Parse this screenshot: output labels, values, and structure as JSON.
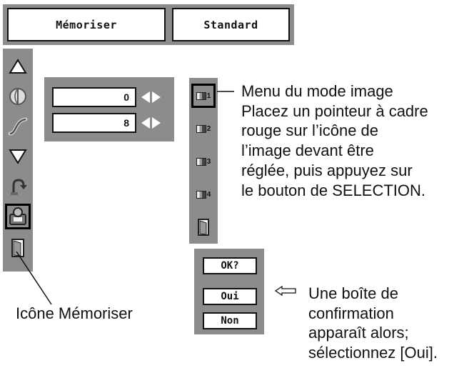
{
  "top_bar": {
    "memoriser_label": "Mémoriser",
    "standard_label": "Standard"
  },
  "left_menu": {
    "items": [
      {
        "icon": "triangle-up-icon"
      },
      {
        "icon": "gamma-circle-icon"
      },
      {
        "icon": "curve-icon"
      },
      {
        "icon": "triangle-down-icon"
      },
      {
        "icon": "reset-icon"
      },
      {
        "icon": "store-icon",
        "selected": true
      },
      {
        "icon": "exit-door-icon"
      }
    ]
  },
  "values": [
    {
      "value": "0"
    },
    {
      "value": "8"
    }
  ],
  "mode_menu": {
    "items": [
      {
        "number": "1",
        "selected": true
      },
      {
        "number": "2"
      },
      {
        "number": "3"
      },
      {
        "number": "4"
      }
    ]
  },
  "annotations": {
    "mode_menu_lines": [
      "Menu du mode image",
      "Placez un pointeur à cadre",
      "rouge sur l’icône de",
      "l’image devant être",
      "réglée, puis appuyez sur",
      "le bouton de SELECTION."
    ],
    "store_icon_caption": "Icône Mémoriser",
    "confirm_lines": [
      "Une boîte de",
      "confirmation",
      "apparaît alors;",
      "sélectionnez [Oui]."
    ]
  },
  "confirm_dialog": {
    "question": "OK?",
    "yes_label": "Oui",
    "no_label": "Non"
  }
}
